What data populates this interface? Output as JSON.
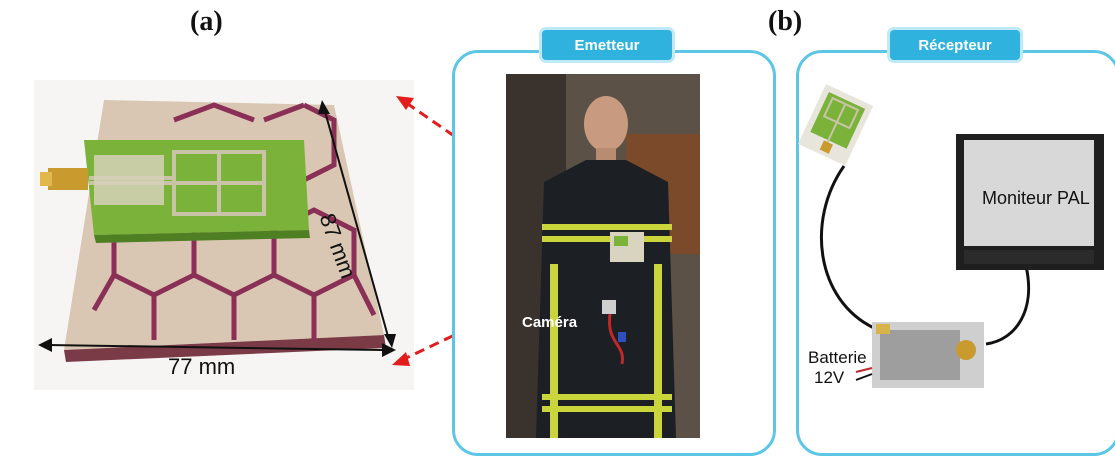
{
  "labels": {
    "a": "(a)",
    "b": "(b)"
  },
  "emitter": {
    "title": "Emetteur",
    "camera_label": "Caméra"
  },
  "receiver": {
    "title": "Récepteur",
    "monitor_label": "Moniteur PAL",
    "battery_label_1": "Batterie",
    "battery_label_2": "12V"
  },
  "antenna": {
    "height_label": "87 mm",
    "width_label": "77 mm"
  },
  "colors": {
    "frame": "#5cc6e6",
    "tab": "#2fb3de",
    "arrow": "#e21b1b"
  }
}
